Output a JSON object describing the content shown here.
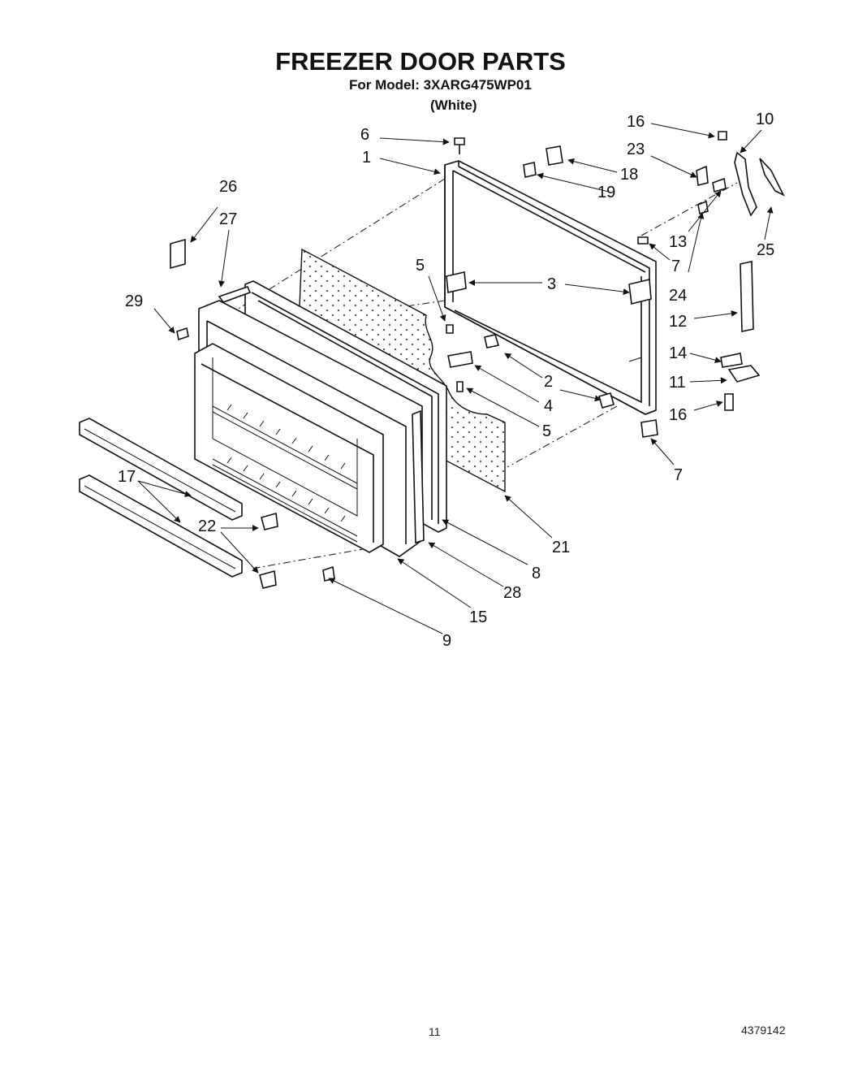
{
  "header": {
    "title": "FREEZER DOOR PARTS",
    "model_line": "For Model: 3XARG475WP01",
    "variant": "(White)"
  },
  "callouts": [
    "6",
    "1",
    "26",
    "27",
    "29",
    "5",
    "3",
    "2",
    "4",
    "5",
    "16",
    "10",
    "23",
    "18",
    "19",
    "13",
    "7",
    "24",
    "25",
    "12",
    "14",
    "11",
    "16",
    "7",
    "21",
    "8",
    "28",
    "15",
    "9",
    "17",
    "22"
  ],
  "footer": {
    "page_number": "11",
    "document_number": "4379142"
  }
}
